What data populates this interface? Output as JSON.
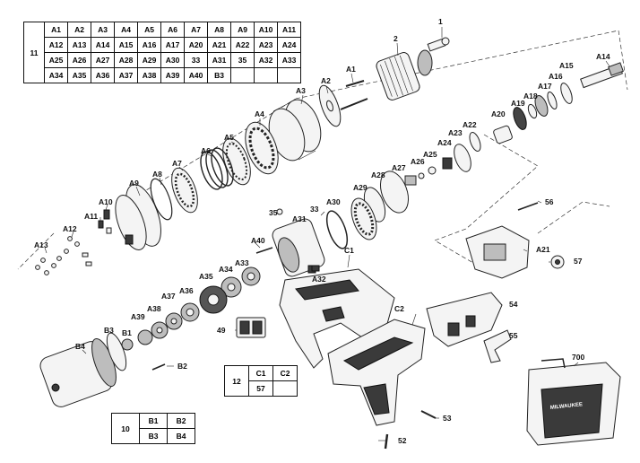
{
  "kit_tables": {
    "kit11": {
      "number": "11",
      "rows": [
        [
          "A1",
          "A2",
          "A3",
          "A4",
          "A5",
          "A6",
          "A7",
          "A8",
          "A9",
          "A10",
          "A11"
        ],
        [
          "A12",
          "A13",
          "A14",
          "A15",
          "A16",
          "A17",
          "A20",
          "A21",
          "A22",
          "A23",
          "A24"
        ],
        [
          "A25",
          "A26",
          "A27",
          "A28",
          "A29",
          "A30",
          "33",
          "A31",
          "35",
          "A32",
          "A33"
        ],
        [
          "A34",
          "A35",
          "A36",
          "A37",
          "A38",
          "A39",
          "A40",
          "B3",
          "",
          "",
          ""
        ]
      ]
    },
    "kit12": {
      "number": "12",
      "rows": [
        [
          "C1",
          "C2"
        ],
        [
          "57",
          ""
        ]
      ]
    },
    "kit10": {
      "number": "10",
      "rows": [
        [
          "B1",
          "B2"
        ],
        [
          "B3",
          "B4"
        ]
      ]
    }
  },
  "callouts": {
    "c1": "1",
    "c2": "2",
    "a1": "A1",
    "a2": "A2",
    "a3": "A3",
    "a4": "A4",
    "a5": "A5",
    "a6": "A6",
    "a7": "A7",
    "a8": "A8",
    "a9": "A9",
    "a10": "A10",
    "a11": "A11",
    "a12": "A12",
    "a13": "A13",
    "a14": "A14",
    "a15": "A15",
    "a16": "A16",
    "a17": "A17",
    "a18": "A18",
    "a19": "A19",
    "a20": "A20",
    "a21": "A21",
    "a22": "A22",
    "a23": "A23",
    "a24": "A24",
    "a25": "A25",
    "a26": "A26",
    "a27": "A27",
    "a28": "A28",
    "a29": "A29",
    "a30": "A30",
    "a31": "A31",
    "a32": "A32",
    "a33": "A33",
    "a34": "A34",
    "a35": "A35",
    "a36": "A36",
    "a37": "A37",
    "a38": "A38",
    "a39": "A39",
    "a40": "A40",
    "c33": "33",
    "c35": "35",
    "b1": "B1",
    "b2": "B2",
    "b3": "B3",
    "b4": "B4",
    "cc1": "C1",
    "cc2": "C2",
    "c49": "49",
    "c52": "52",
    "c53": "53",
    "c54": "54",
    "c55": "55",
    "c56": "56",
    "c57": "57",
    "c700": "700"
  },
  "case_brand_text": "MILWAUKEE"
}
